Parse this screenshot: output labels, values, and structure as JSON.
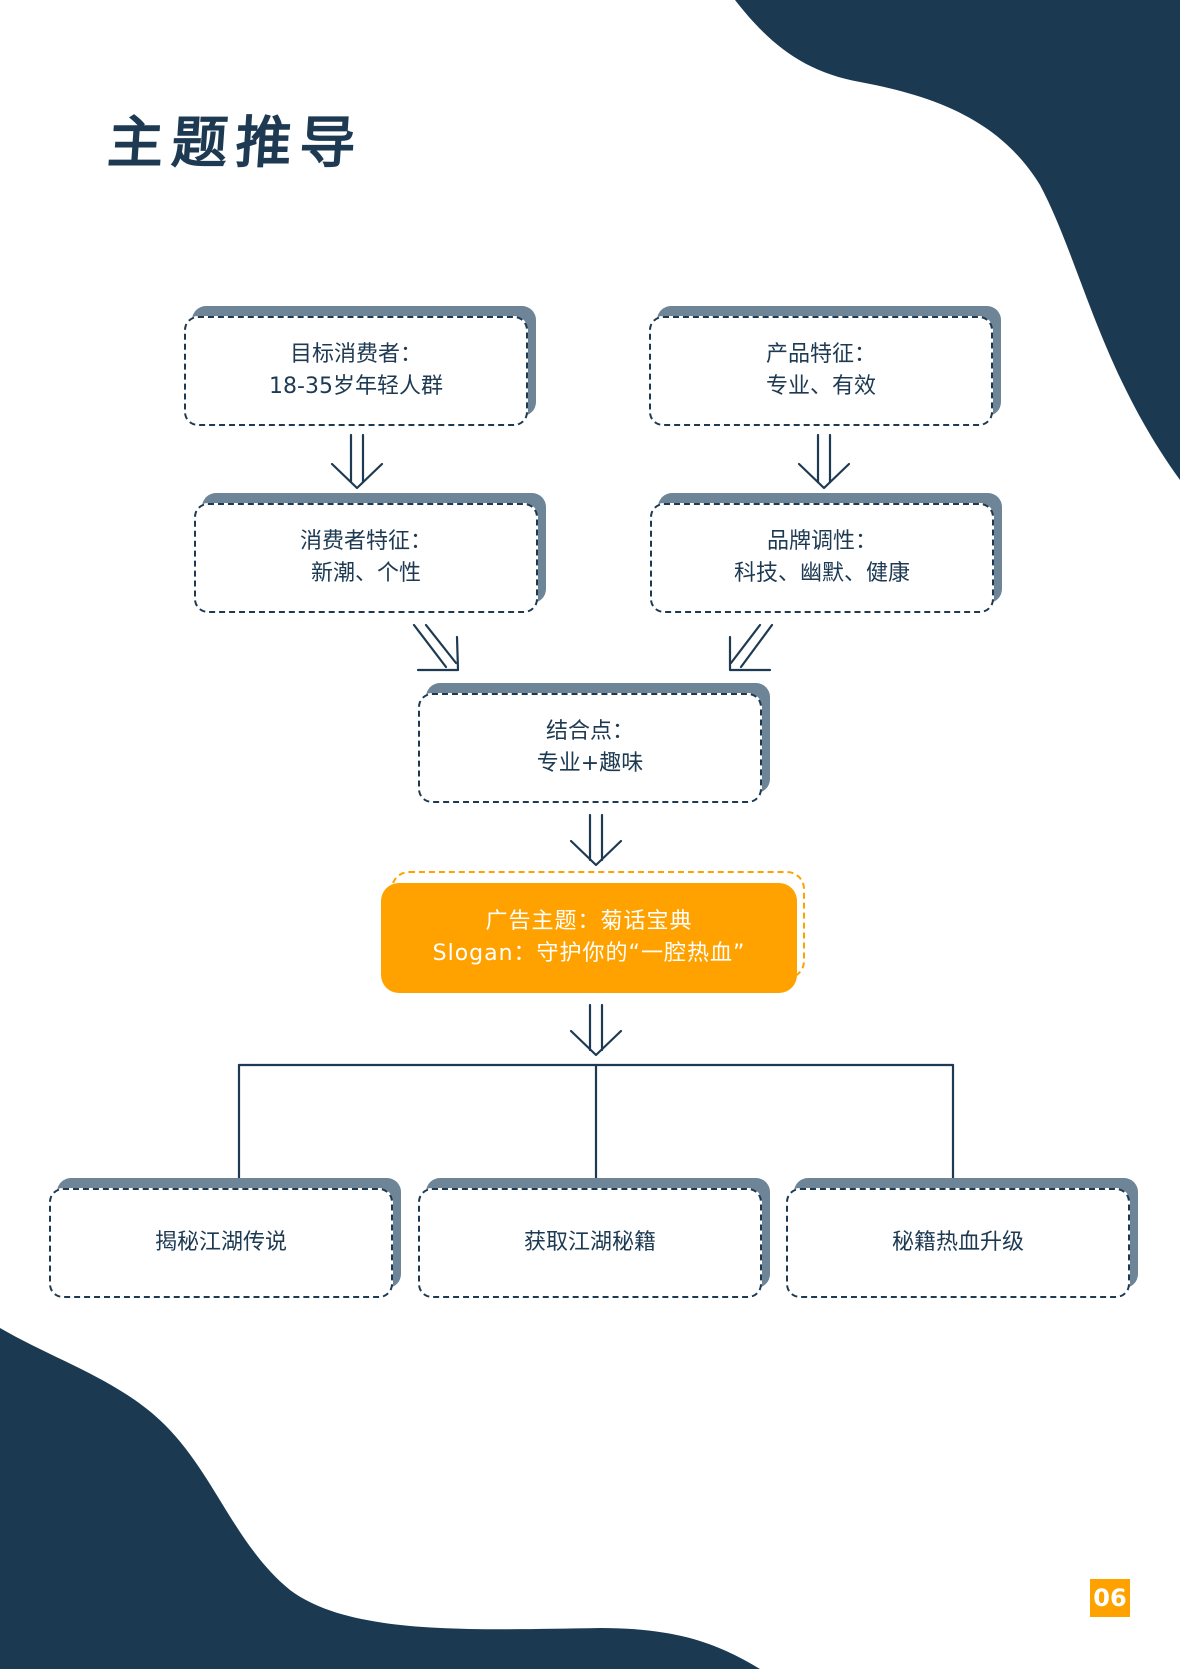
{
  "title": "主题推导",
  "boxes": {
    "target_consumer": {
      "line1": "目标消费者：",
      "line2": "18-35岁年轻人群"
    },
    "product_features": {
      "line1": "产品特征：",
      "line2": "专业、有效"
    },
    "consumer_traits": {
      "line1": "消费者特征：",
      "line2": "新潮、个性"
    },
    "brand_tone": {
      "line1": "品牌调性：",
      "line2": "科技、幽默、健康"
    },
    "combination": {
      "line1": "结合点：",
      "line2": "专业+趣味"
    },
    "theme": {
      "line1": "广告主题：菊话宝典",
      "line2": "Slogan：守护你的“一腔热血”"
    },
    "branches": [
      "揭秘江湖传说",
      "获取江湖秘籍",
      "秘籍热血升级"
    ]
  },
  "colors": {
    "navy": "#1d3a52",
    "shadow": "#6e8497",
    "accent": "#ffa200"
  },
  "page_number": "06"
}
